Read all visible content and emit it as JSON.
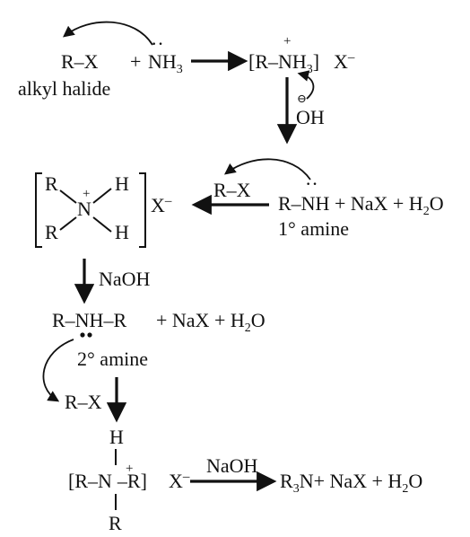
{
  "reaction1": {
    "alkyl_halide": "R–X",
    "alkyl_halide_label": "alkyl halide",
    "plus": "+",
    "nh3_n": "NH",
    "nh3_sub": "3",
    "lone_pair": "··",
    "product_open": "[R–NH",
    "product_sub": "3",
    "product_close": "]",
    "product_charge": "+",
    "product_anion": "X",
    "product_anion_charge": "–"
  },
  "step1": {
    "hydroxide": "OH",
    "hydroxide_charge": "⊖",
    "lone_pair": "··"
  },
  "reaction2": {
    "amine": "R–NH + NaX + H",
    "amine_sub": "2",
    "amine_end": "O",
    "amine_label": "1° amine",
    "reagent": "R–X",
    "lone_pair": "··",
    "complex": {
      "r_top": "R",
      "r_bottom": "R",
      "n": "N",
      "n_charge": "+",
      "h_top": "H",
      "h_bottom": "H",
      "anion": "X",
      "anion_charge": "–"
    }
  },
  "step2": {
    "reagent": "NaOH"
  },
  "reaction3": {
    "secondary": "R–NH–R",
    "byproducts": "+ NaX + H",
    "byproducts_sub": "2",
    "byproducts_end": "O",
    "label": "2° amine",
    "reagent": "R–X"
  },
  "reaction4": {
    "h_top": "H",
    "bracket": "[R–N",
    "n_charge": "+",
    "bracket_end": "–R]",
    "anion": "X",
    "anion_charge": "–",
    "r_bottom": "R",
    "reagent": "NaOH",
    "product": "R",
    "product_sub": "3",
    "product_end": "N+ NaX + H",
    "water_sub": "2",
    "water_end": "O"
  }
}
